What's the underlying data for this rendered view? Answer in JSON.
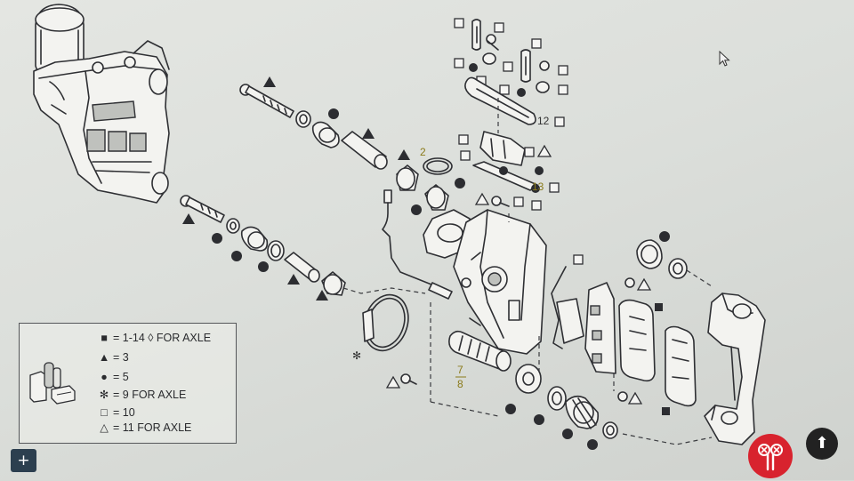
{
  "callouts": {
    "c2": "2",
    "c12": "12",
    "c13": "13",
    "c7": "7",
    "c8": "8"
  },
  "legend": {
    "items": [
      {
        "symbol": "■",
        "text": "= 1-14 ◊ FOR AXLE"
      },
      {
        "symbol": "▲",
        "text": "= 3"
      },
      {
        "symbol": "●",
        "text": "= 5"
      },
      {
        "symbol": "✻",
        "text": "= 9  FOR AXLE"
      },
      {
        "symbol": "□",
        "text": "= 10"
      },
      {
        "symbol": "△",
        "text": "= 11  FOR AXLE"
      }
    ],
    "icon": "parts-kit-icon"
  },
  "controls": {
    "add_label": "+",
    "scroll_top_label": "⬆",
    "tools_icon": "wrench-tools-icon",
    "cursor_icon": "mouse-pointer-icon"
  },
  "colors": {
    "tools_button": "#d8232e",
    "add_button": "#2c3f4f",
    "scroll_top_button": "#222222",
    "callout_text": "#8a7a1a"
  }
}
